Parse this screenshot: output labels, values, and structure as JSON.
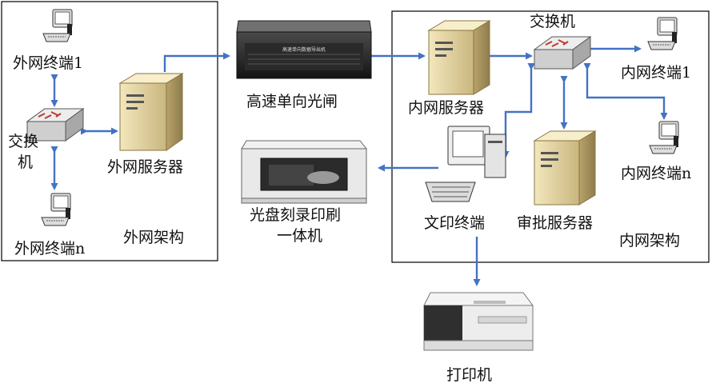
{
  "outer_net": {
    "label": "外网架构",
    "terminal_1": "外网终端1",
    "terminal_n": "外网终端n",
    "switch_line1": "交换",
    "switch_line2": "机",
    "server": "外网服务器"
  },
  "gap": {
    "label": "高速单向光闸",
    "device_text": "高速单向数据导出机"
  },
  "disc_printer": {
    "line1": "光盘刻录印刷",
    "line2": "一体机"
  },
  "inner_net": {
    "label": "内网架构",
    "switch": "交换机",
    "server": "内网服务器",
    "terminal_1": "内网终端1",
    "terminal_n": "内网终端n",
    "print_terminal": "文印终端",
    "approval_server": "审批服务器"
  },
  "printer": {
    "label": "打印机"
  },
  "colors": {
    "arrow": "#4472C4",
    "box_border": "#000000"
  }
}
